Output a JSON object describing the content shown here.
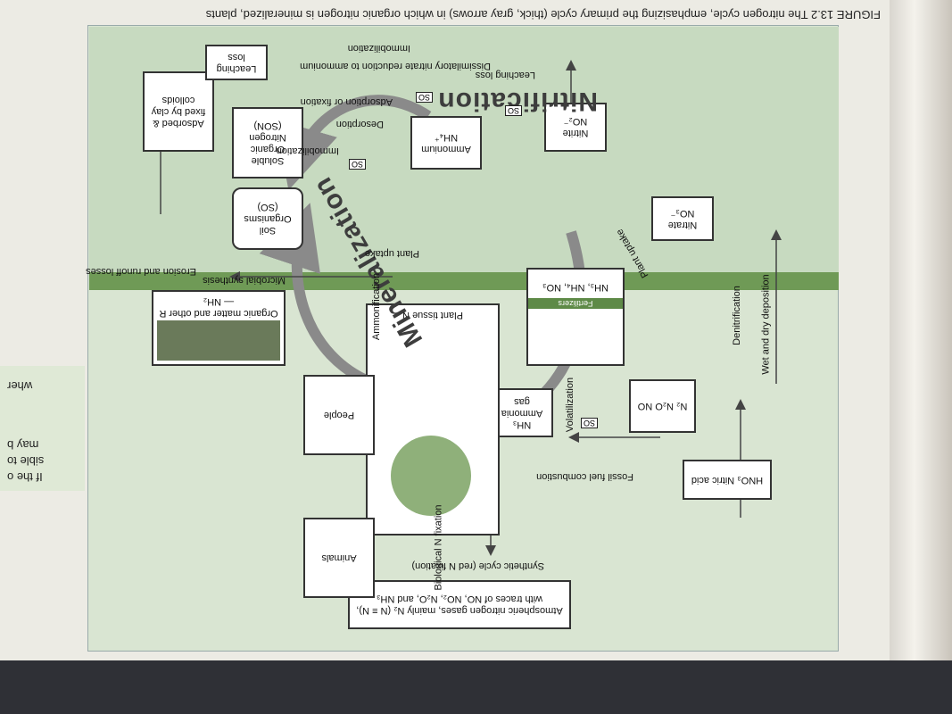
{
  "caption": "FIGURE 13.2 The nitrogen cycle, emphasizing the primary cycle (thick, gray arrows) in which organic nitrogen is mineralized, plants",
  "side_text": [
    "If the o",
    "sible to",
    "may b",
    "wher"
  ],
  "colors": {
    "panel": "#d9e5d2",
    "ground": "#6f9a56",
    "arrow": "#8a8a8a",
    "box_border": "#333333"
  },
  "big_words": {
    "mineralization": "Mineralization",
    "nitrification": "Nitrification"
  },
  "boxes": {
    "atmospheric": "Atmospheric nitrogen gases, mainly N₂ (N ≡ N), with traces of NO, NO₂, N₂O, and NH₃",
    "nitric_acid": "HNO₃ Nitric acid",
    "n2_no": "N₂ N₂O NO",
    "ammonia_gas": "NH₃ Ammonia gas",
    "fertilizers_formula": "NH₃, NH₄, NO₃",
    "fertilizers_label": "Fertilizers",
    "plant_tissue": "Plant tissue N",
    "nitrate": "Nitrate NO₃⁻",
    "nitrite": "Nitrite NO₂⁻",
    "ammonium": "Ammonium NH₄⁺",
    "soil_organisms": "Soil Organisms (SO)",
    "son": "Soluble Organic Nitrogen (SON)",
    "adsorbed": "Adsorbed & fixed by clay colloids",
    "leaching_loss": "Leaching loss",
    "organic_matter": "Organic matter and other R — NH₂",
    "animals": "Animals",
    "people": "People"
  },
  "labels": {
    "wet_dry": "Wet and dry deposition",
    "fossil": "Fossil fuel combustion",
    "denitrification": "Denitrification",
    "volatilization": "Volatilization",
    "plant_uptake": "Plant uptake",
    "plant_uptake2": "Plant uptake",
    "bio_fix": "Biological N fixation",
    "synthetic": "Synthetic cycle (red N fixation)",
    "leaching_top": "Leaching loss",
    "dissimilatory": "Dissimilatory nitrate reduction to ammonium",
    "adsorption": "Adsorption or fixation",
    "desorption": "Desorption",
    "immob1": "Immobilization",
    "immob2": "Immobilization",
    "ammonification": "Ammonification",
    "microbial": "Microbial synthesis",
    "erosion": "Erosion and runoff losses",
    "so": "SO"
  }
}
